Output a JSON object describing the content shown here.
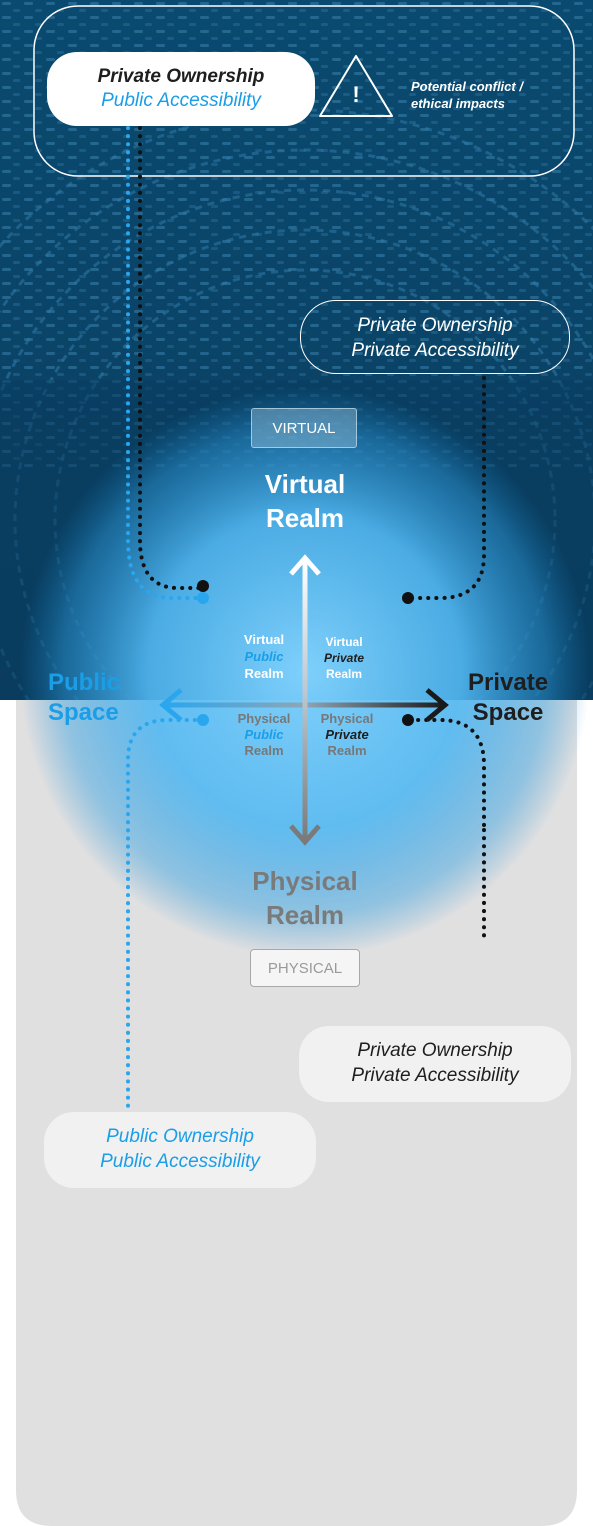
{
  "colors": {
    "dark_navy": "#0b3d5c",
    "accent_blue": "#1a9ee8",
    "dark": "#1e1e1e",
    "grey": "#7a7a7a",
    "light_bg": "#e0e0e0",
    "white": "#ffffff"
  },
  "top_callout": {
    "ownership": "Private Ownership",
    "accessibility": "Public Accessibility",
    "warning_icon": "warning-triangle-icon",
    "warning_mark": "!",
    "note_line1": "Potential conflict /",
    "note_line2": "ethical impacts"
  },
  "upper_right_callout": {
    "ownership": "Private Ownership",
    "accessibility": "Private Accessibility"
  },
  "virtual_tag": "VIRTUAL",
  "virtual_realm": {
    "line1": "Virtual",
    "line2": "Realm"
  },
  "quadrants": {
    "virtual_public": {
      "line1": "Virtual",
      "line2": "Public",
      "line3": "Realm"
    },
    "virtual_private": {
      "line1": "Virtual",
      "line2": "Private",
      "line3": "Realm"
    },
    "physical_public": {
      "line1": "Physical",
      "line2": "Public",
      "line3": "Realm"
    },
    "physical_private": {
      "line1": "Physical",
      "line2": "Private",
      "line3": "Realm"
    }
  },
  "public_space": {
    "line1": "Public",
    "line2": "Space"
  },
  "private_space": {
    "line1": "Private",
    "line2": "Space"
  },
  "physical_realm": {
    "line1": "Physical",
    "line2": "Realm"
  },
  "physical_tag": "PHYSICAL",
  "lower_right_callout": {
    "ownership": "Private Ownership",
    "accessibility": "Private Accessibility"
  },
  "lower_left_callout": {
    "ownership": "Public Ownership",
    "accessibility": "Public Accessibility"
  }
}
